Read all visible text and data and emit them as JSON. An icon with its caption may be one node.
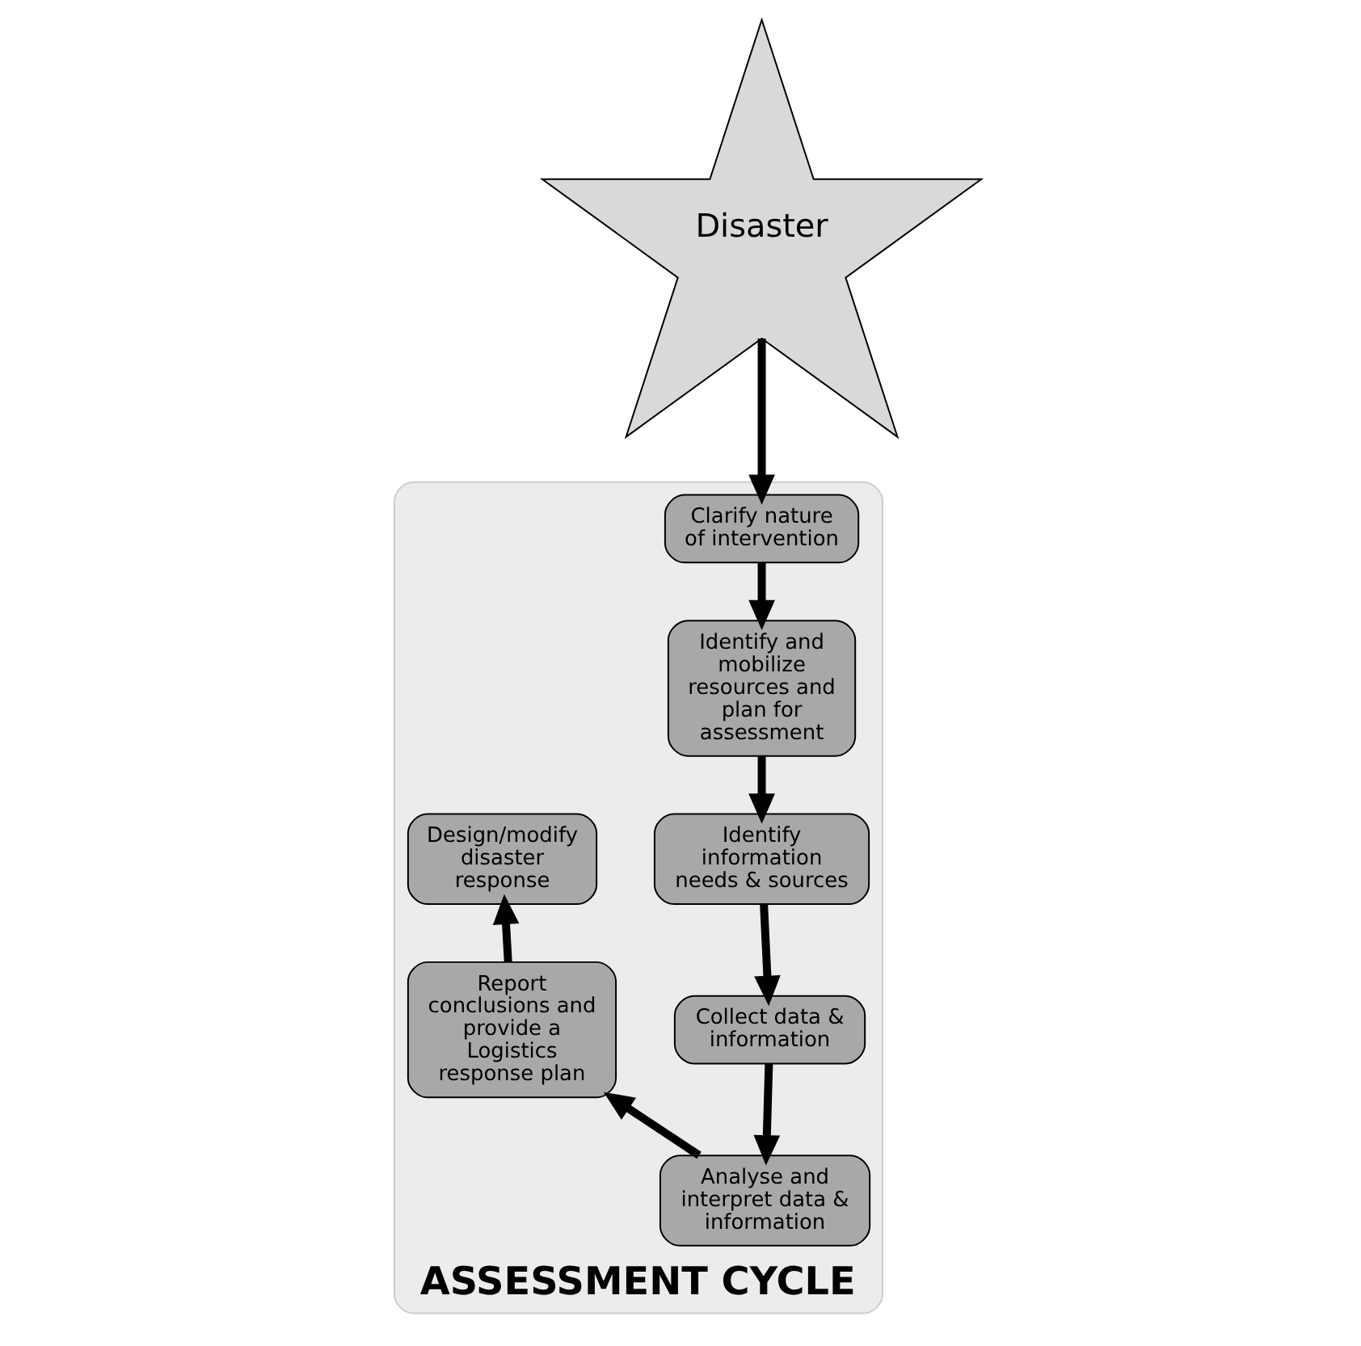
{
  "diagram": {
    "nodes": [
      {
        "text": [
          "ASSESSMENT CYCLE"
        ]
      },
      {
        "text": [
          "Disaster"
        ]
      },
      {
        "text": [
          "Clarify nature of intervention"
        ],
        "in": 0
      },
      {
        "text": [
          "Identify and mobilize resources and plan for assessment"
        ],
        "in": 0
      },
      {
        "text": [
          "Identify information needs & sources"
        ],
        "in": 0
      },
      {
        "text": [
          "Collect data & information"
        ],
        "in": 0
      },
      {
        "text": [
          "Analyse and interpret data & information"
        ],
        "in": 0
      },
      {
        "text": [
          "Report conclusions and provide a Logistics response plan"
        ],
        "in": 0
      },
      {
        "text": [
          "Design/modify disaster response"
        ],
        "in": 0
      }
    ],
    "edges": [
      {
        "from": 1,
        "to": 2,
        "arrow": "to"
      },
      {
        "from": 2,
        "to": 3,
        "arrow": "to"
      },
      {
        "from": 3,
        "to": 4,
        "arrow": "to"
      },
      {
        "from": 4,
        "to": 5,
        "arrow": "to"
      },
      {
        "from": 5,
        "to": 6,
        "arrow": "to"
      },
      {
        "from": 6,
        "to": 7,
        "arrow": "to"
      },
      {
        "from": 7,
        "to": 8,
        "arrow": "to"
      }
    ]
  }
}
